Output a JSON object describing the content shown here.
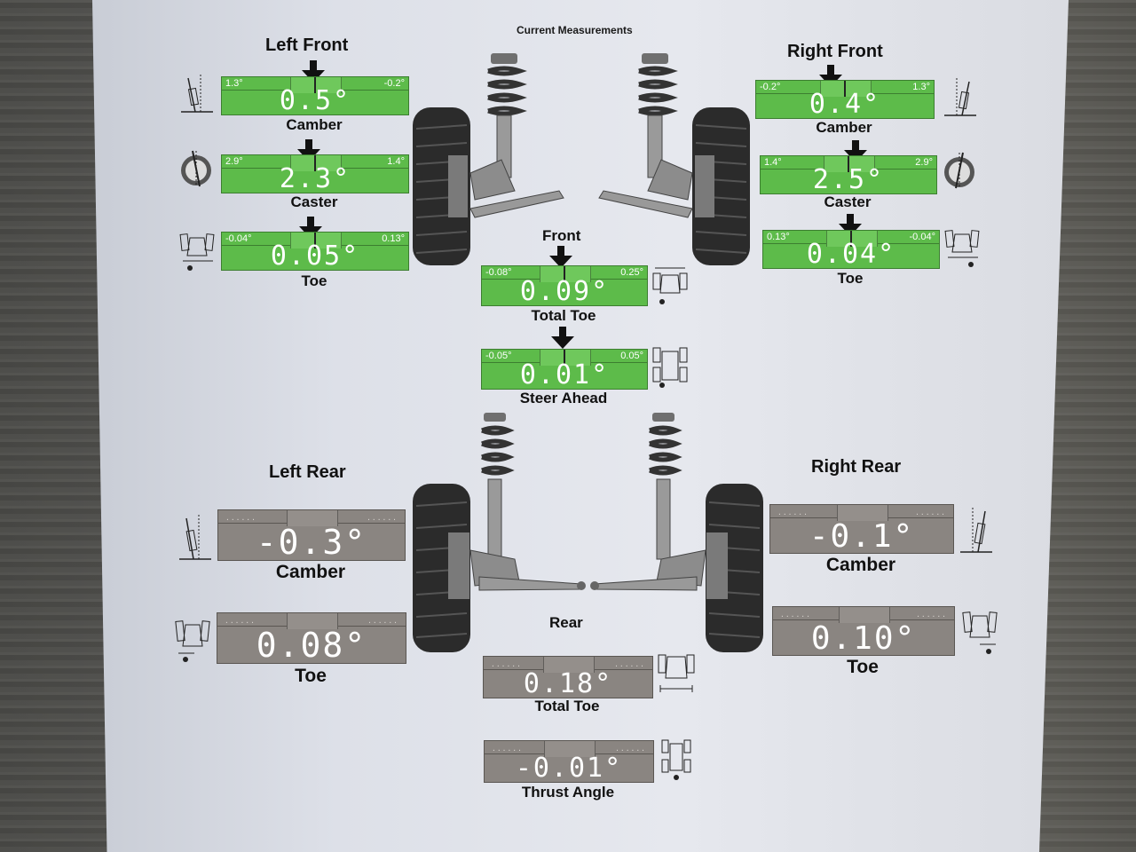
{
  "document": {
    "title": "Current Measurements"
  },
  "left_front": {
    "title": "Left Front",
    "camber": {
      "label": "Camber",
      "value": "0.5°",
      "min": "1.3°",
      "max": "-0.2°"
    },
    "caster": {
      "label": "Caster",
      "value": "2.3°",
      "min": "2.9°",
      "max": "1.4°"
    },
    "toe": {
      "label": "Toe",
      "value": "0.05°",
      "min": "-0.04°",
      "max": "0.13°"
    }
  },
  "right_front": {
    "title": "Right Front",
    "camber": {
      "label": "Camber",
      "value": "0.4°",
      "min": "-0.2°",
      "max": "1.3°"
    },
    "caster": {
      "label": "Caster",
      "value": "2.5°",
      "min": "1.4°",
      "max": "2.9°"
    },
    "toe": {
      "label": "Toe",
      "value": "0.04°",
      "min": "0.13°",
      "max": "-0.04°"
    }
  },
  "front": {
    "title": "Front",
    "total_toe": {
      "label": "Total Toe",
      "value": "0.09°",
      "min": "-0.08°",
      "max": "0.25°"
    },
    "steer_ahead": {
      "label": "Steer Ahead",
      "value": "0.01°",
      "min": "-0.05°",
      "max": "0.05°"
    }
  },
  "left_rear": {
    "title": "Left Rear",
    "camber": {
      "label": "Camber",
      "value": "-0.3°",
      "dots": "......"
    },
    "toe": {
      "label": "Toe",
      "value": "0.08°",
      "dots": "......"
    }
  },
  "right_rear": {
    "title": "Right Rear",
    "camber": {
      "label": "Camber",
      "value": "-0.1°",
      "dots": "......"
    },
    "toe": {
      "label": "Toe",
      "value": "0.10°",
      "dots": "......"
    }
  },
  "rear": {
    "title": "Rear",
    "total_toe": {
      "label": "Total Toe",
      "value": "0.18°",
      "dots": "......"
    },
    "thrust_angle": {
      "label": "Thrust Angle",
      "value": "-0.01°",
      "dots": "......"
    }
  },
  "colors": {
    "in_spec": "#5dbb4a",
    "no_spec": "#8a8581",
    "paper": "#e2e4ea"
  },
  "icons": [
    "camber-gauge-icon",
    "caster-wheel-icon",
    "toe-top-view-icon",
    "thrust-angle-icon",
    "suspension-illustration"
  ]
}
